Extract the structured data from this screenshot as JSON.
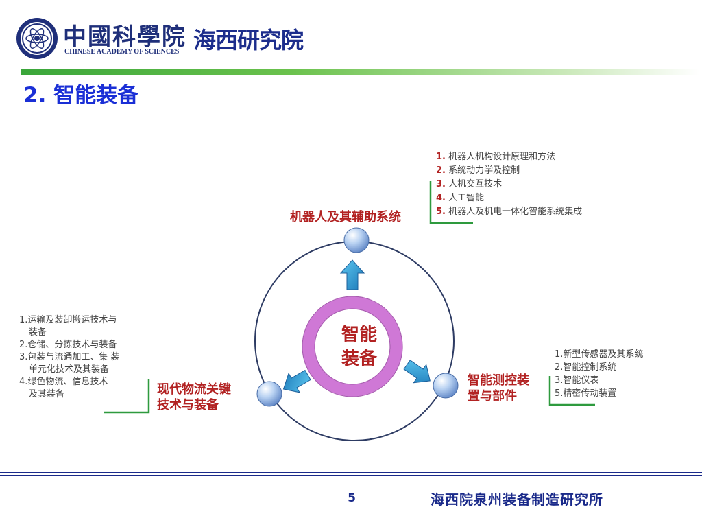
{
  "header": {
    "cas_name_cn": "中國科學院",
    "cas_name_en": "CHINESE ACADEMY OF SCIENCES",
    "institute": "海西研究院"
  },
  "section_title": "2. 智能装备",
  "diagram": {
    "center": {
      "line1": "智能",
      "line2": "装备"
    },
    "robot": {
      "title": "机器人及其辅助系统",
      "items": [
        {
          "num": "1.",
          "text": " 机器人机构设计原理和方法"
        },
        {
          "num": "2.",
          "text": " 系统动力学及控制"
        },
        {
          "num": "3.",
          "text": " 人机交互技术"
        },
        {
          "num": "4.",
          "text": " 人工智能"
        },
        {
          "num": "5.",
          "text": " 机器人及机电一体化智能系统集成"
        }
      ]
    },
    "logistics": {
      "title_line1": "现代物流关键",
      "title_line2": "技术与装备",
      "items": [
        "1.运输及装卸搬运技术与",
        "   装备",
        "2.仓储、分拣技术与装备",
        "3.包装与流通加工、集 装",
        "   单元化技术及其装备",
        "4.绿色物流、信息技术",
        "   及其装备"
      ]
    },
    "measure": {
      "title_line1": "智能测控装",
      "title_line2": "置与部件",
      "items": [
        "1.新型传感器及其系统",
        "2.智能控制系统",
        "3.智能仪表",
        "5.精密传动装置"
      ]
    }
  },
  "footer": {
    "page_number": "5",
    "org": "海西院泉州装备制造研究所"
  },
  "colors": {
    "title_blue": "#1a2fd6",
    "label_red": "#b22222",
    "bracket_green": "#2e9a3e",
    "ring_violet": "#cf78d6",
    "footer_navy": "#1a2a8a"
  }
}
